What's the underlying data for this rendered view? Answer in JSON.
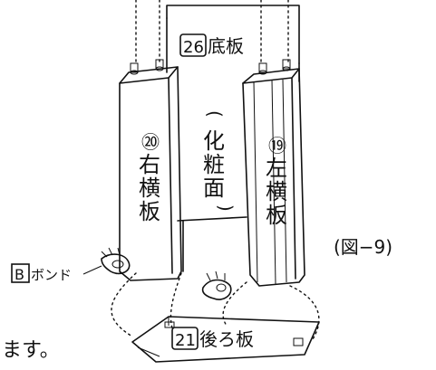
{
  "labels": {
    "bottom_board_num": "26",
    "bottom_board": "底板",
    "right_side_num": "⑳",
    "right_side_line1": "右",
    "right_side_line2": "横",
    "right_side_line3": "板",
    "finish_face_line1": "(",
    "finish_face_line2": "化",
    "finish_face_line3": "粧",
    "finish_face_line4": "面",
    "finish_face_line5": ")",
    "left_side_num": "⑲",
    "left_side_line1": "左",
    "left_side_line2": "横",
    "left_side_line3": "板",
    "figure_caption": "(図−9)",
    "bond_box": "B",
    "bond": "ボンド",
    "back_board_num": "21",
    "back_board": "後ろ板",
    "trailing_text": "ます。"
  }
}
